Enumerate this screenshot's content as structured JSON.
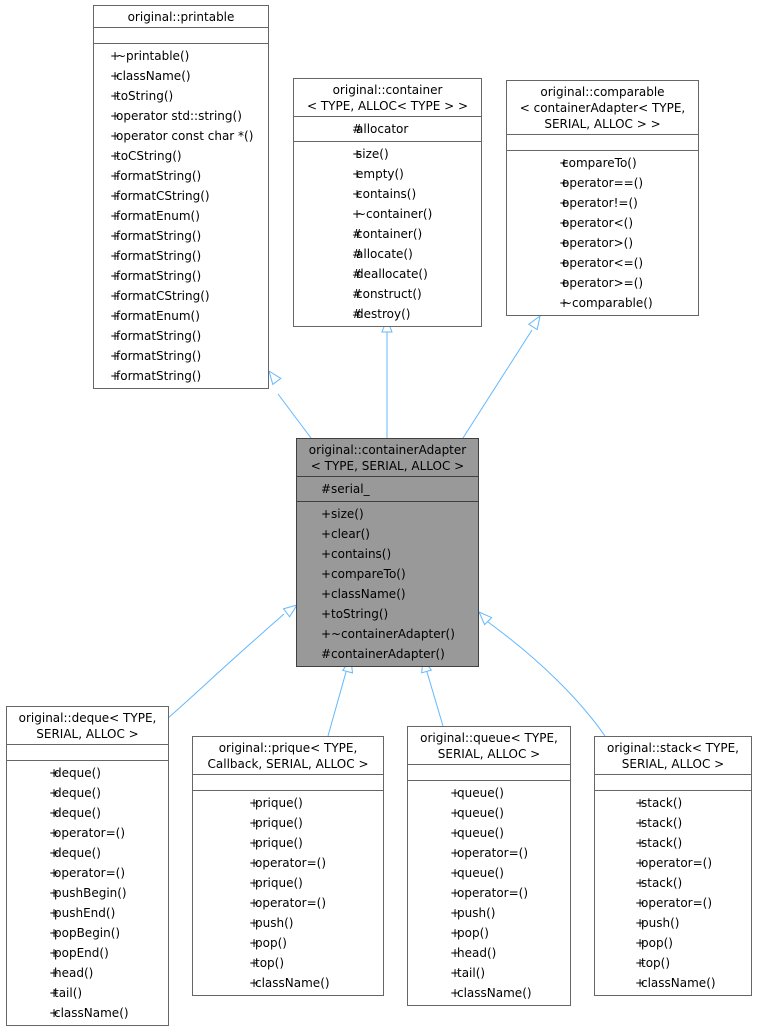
{
  "diagram": {
    "focus_class": "containerAdapter",
    "classes": [
      {
        "key": "printable",
        "title": [
          "original::printable"
        ],
        "attributes": [],
        "methods": [
          [
            "+",
            "~printable()"
          ],
          [
            "+",
            "className()"
          ],
          [
            "+",
            "toString()"
          ],
          [
            "+",
            "operator std::string()"
          ],
          [
            "+",
            "operator const char *()"
          ],
          [
            "+",
            "toCString()"
          ],
          [
            "+",
            "formatString()"
          ],
          [
            "+",
            "formatCString()"
          ],
          [
            "+",
            "formatEnum()"
          ],
          [
            "+",
            "formatString()"
          ],
          [
            "+",
            "formatString()"
          ],
          [
            "+",
            "formatString()"
          ],
          [
            "+",
            "formatCString()"
          ],
          [
            "+",
            "formatEnum()"
          ],
          [
            "+",
            "formatString()"
          ],
          [
            "+",
            "formatString()"
          ],
          [
            "+",
            "formatString()"
          ]
        ]
      },
      {
        "key": "container",
        "title": [
          "original::container",
          "< TYPE, ALLOC< TYPE > >"
        ],
        "attributes": [
          [
            "#",
            "allocator"
          ]
        ],
        "methods": [
          [
            "+",
            "size()"
          ],
          [
            "+",
            "empty()"
          ],
          [
            "+",
            "contains()"
          ],
          [
            "+",
            "~container()"
          ],
          [
            "#",
            "container()"
          ],
          [
            "#",
            "allocate()"
          ],
          [
            "#",
            "deallocate()"
          ],
          [
            "#",
            "construct()"
          ],
          [
            "#",
            "destroy()"
          ]
        ]
      },
      {
        "key": "comparable",
        "title": [
          "original::comparable",
          "< containerAdapter< TYPE,",
          "SERIAL, ALLOC > >"
        ],
        "attributes": [],
        "methods": [
          [
            "+",
            "compareTo()"
          ],
          [
            "+",
            "operator==()"
          ],
          [
            "+",
            "operator!=()"
          ],
          [
            "+",
            "operator<()"
          ],
          [
            "+",
            "operator>()"
          ],
          [
            "+",
            "operator<=()"
          ],
          [
            "+",
            "operator>=()"
          ],
          [
            "+",
            "~comparable()"
          ]
        ]
      },
      {
        "key": "containerAdapter",
        "title": [
          "original::containerAdapter",
          "< TYPE, SERIAL, ALLOC >"
        ],
        "attributes": [
          [
            "#",
            "serial_"
          ]
        ],
        "methods": [
          [
            "+",
            "size()"
          ],
          [
            "+",
            "clear()"
          ],
          [
            "+",
            "contains()"
          ],
          [
            "+",
            "compareTo()"
          ],
          [
            "+",
            "className()"
          ],
          [
            "+",
            "toString()"
          ],
          [
            "+",
            "~containerAdapter()"
          ],
          [
            "#",
            "containerAdapter()"
          ]
        ]
      },
      {
        "key": "deque",
        "title": [
          "original::deque< TYPE,",
          "SERIAL, ALLOC >"
        ],
        "attributes": [],
        "methods": [
          [
            "+",
            "deque()"
          ],
          [
            "+",
            "deque()"
          ],
          [
            "+",
            "deque()"
          ],
          [
            "+",
            "operator=()"
          ],
          [
            "+",
            "deque()"
          ],
          [
            "+",
            "operator=()"
          ],
          [
            "+",
            "pushBegin()"
          ],
          [
            "+",
            "pushEnd()"
          ],
          [
            "+",
            "popBegin()"
          ],
          [
            "+",
            "popEnd()"
          ],
          [
            "+",
            "head()"
          ],
          [
            "+",
            "tail()"
          ],
          [
            "+",
            "className()"
          ]
        ]
      },
      {
        "key": "prique",
        "title": [
          "original::prique< TYPE,",
          "Callback, SERIAL, ALLOC >"
        ],
        "attributes": [],
        "methods": [
          [
            "+",
            "prique()"
          ],
          [
            "+",
            "prique()"
          ],
          [
            "+",
            "prique()"
          ],
          [
            "+",
            "operator=()"
          ],
          [
            "+",
            "prique()"
          ],
          [
            "+",
            "operator=()"
          ],
          [
            "+",
            "push()"
          ],
          [
            "+",
            "pop()"
          ],
          [
            "+",
            "top()"
          ],
          [
            "+",
            "className()"
          ]
        ]
      },
      {
        "key": "queue",
        "title": [
          "original::queue< TYPE,",
          "SERIAL, ALLOC >"
        ],
        "attributes": [],
        "methods": [
          [
            "+",
            "queue()"
          ],
          [
            "+",
            "queue()"
          ],
          [
            "+",
            "queue()"
          ],
          [
            "+",
            "operator=()"
          ],
          [
            "+",
            "queue()"
          ],
          [
            "+",
            "operator=()"
          ],
          [
            "+",
            "push()"
          ],
          [
            "+",
            "pop()"
          ],
          [
            "+",
            "head()"
          ],
          [
            "+",
            "tail()"
          ],
          [
            "+",
            "className()"
          ]
        ]
      },
      {
        "key": "stack",
        "title": [
          "original::stack< TYPE,",
          "SERIAL, ALLOC >"
        ],
        "attributes": [],
        "methods": [
          [
            "+",
            "stack()"
          ],
          [
            "+",
            "stack()"
          ],
          [
            "+",
            "stack()"
          ],
          [
            "+",
            "operator=()"
          ],
          [
            "+",
            "stack()"
          ],
          [
            "+",
            "operator=()"
          ],
          [
            "+",
            "push()"
          ],
          [
            "+",
            "pop()"
          ],
          [
            "+",
            "top()"
          ],
          [
            "+",
            "className()"
          ]
        ]
      }
    ],
    "inheritance": [
      {
        "from": "containerAdapter",
        "to": "printable"
      },
      {
        "from": "containerAdapter",
        "to": "container"
      },
      {
        "from": "containerAdapter",
        "to": "comparable"
      },
      {
        "from": "deque",
        "to": "containerAdapter"
      },
      {
        "from": "prique",
        "to": "containerAdapter"
      },
      {
        "from": "queue",
        "to": "containerAdapter"
      },
      {
        "from": "stack",
        "to": "containerAdapter"
      }
    ],
    "colors": {
      "edge": "#63b8ff",
      "box_border": "#666666",
      "focus_fill": "#999999",
      "focus_border": "#404040"
    }
  }
}
